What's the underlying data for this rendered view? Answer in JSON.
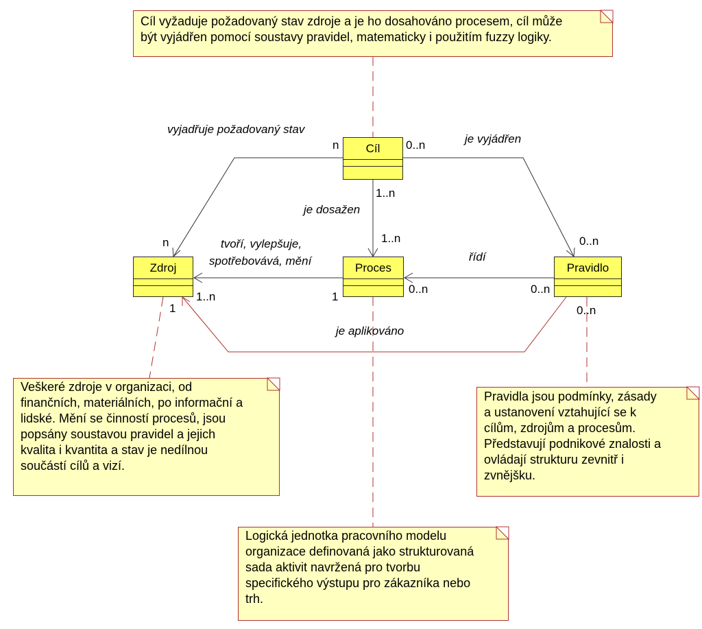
{
  "notes": {
    "goal": "Cíl vyžaduje požadovaný stav zdroje a je ho dosahováno procesem, cíl může\nbýt vyjádřen pomocí soustavy pravidel, matematicky i použitím fuzzy logiky.",
    "resource": "Veškeré zdroje v organizaci, od\nfinančních, materiálních, po informační a\nlidské. Mění se činností procesů, jsou\npopsány soustavou pravidel a jejich\nkvalita i kvantita a stav je nedílnou\nsoučástí cílů a vizí.",
    "rule": "Pravidla jsou podmínky, zásady\na ustanovení vztahující se k\ncílům, zdrojům a procesům.\nPředstavují podnikové znalosti a\novládají strukturu zevnitř i\nzvnějšku.",
    "process": "Logická jednotka pracovního modelu\norganizace definovaná jako strukturovaná\nsada aktivit navržená pro tvorbu\nspecifického výstupu pro zákazníka nebo\ntrh."
  },
  "classes": {
    "cil": "Cíl",
    "zdroj": "Zdroj",
    "proces": "Proces",
    "pravidlo": "Pravidlo"
  },
  "associations": {
    "cil_zdroj": "vyjadřuje požadovaný stav",
    "cil_pravidlo": "je vyjádřen",
    "cil_proces": "je dosažen",
    "proces_zdroj_1": "tvoří, vylepšuje,",
    "proces_zdroj_2": "spotřebovává, mění",
    "pravidlo_proces": "řídí",
    "pravidlo_zdroj": "je aplikováno"
  },
  "multiplicities": {
    "cil_left": "n",
    "cil_right": "0..n",
    "cil_bottom": "1..n",
    "proces_top": "1..n",
    "zdroj_top": "n",
    "pravidlo_top": "0..n",
    "zdroj_right": "1..n",
    "proces_left": "1",
    "proces_right": "0..n",
    "pravidlo_left": "0..n",
    "zdroj_bottom": "1",
    "pravidlo_bottom": "0..n"
  },
  "colors": {
    "note_fill": "#ffffc0",
    "class_fill": "#ffff66",
    "note_border": "#b03030",
    "line": "#b03030"
  }
}
